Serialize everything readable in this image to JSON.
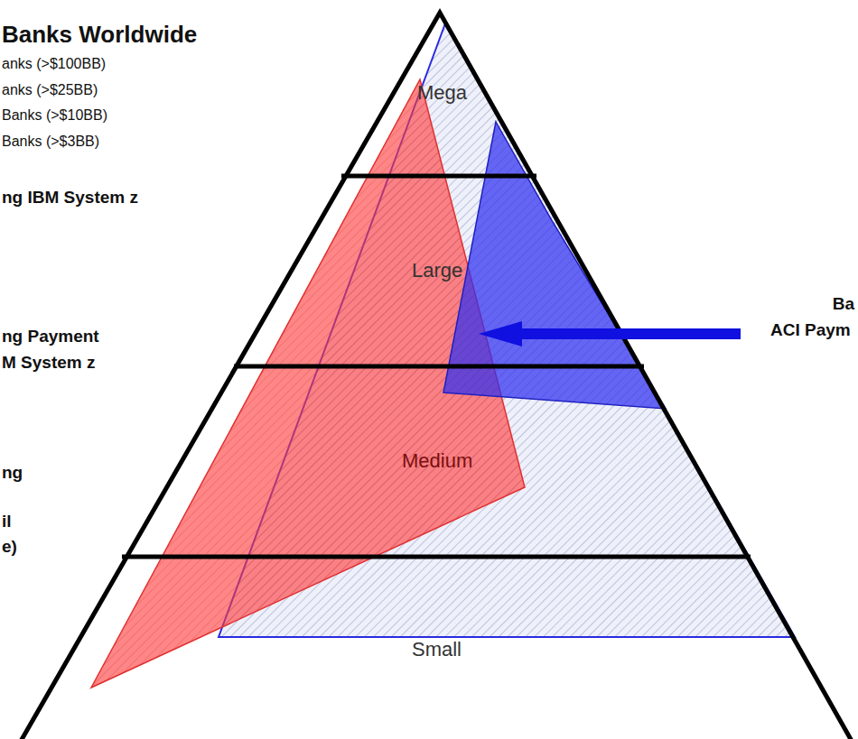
{
  "diagram": {
    "title": "Banks Worldwide",
    "nodes": [
      {
        "text": [
          "Mega"
        ]
      },
      {
        "text": [
          "Large"
        ]
      },
      {
        "text": [
          "Medium"
        ]
      },
      {
        "text": [
          "Small"
        ]
      }
    ],
    "labels": [
      "anks (>$100BB)",
      "anks (>$25BB)",
      "Banks (>$10BB)",
      "Banks (>$3BB)",
      "ng IBM System z",
      "ng Payment",
      "M System z",
      "ng",
      "il",
      "e)",
      "Ba",
      "ACI Paym"
    ]
  }
}
